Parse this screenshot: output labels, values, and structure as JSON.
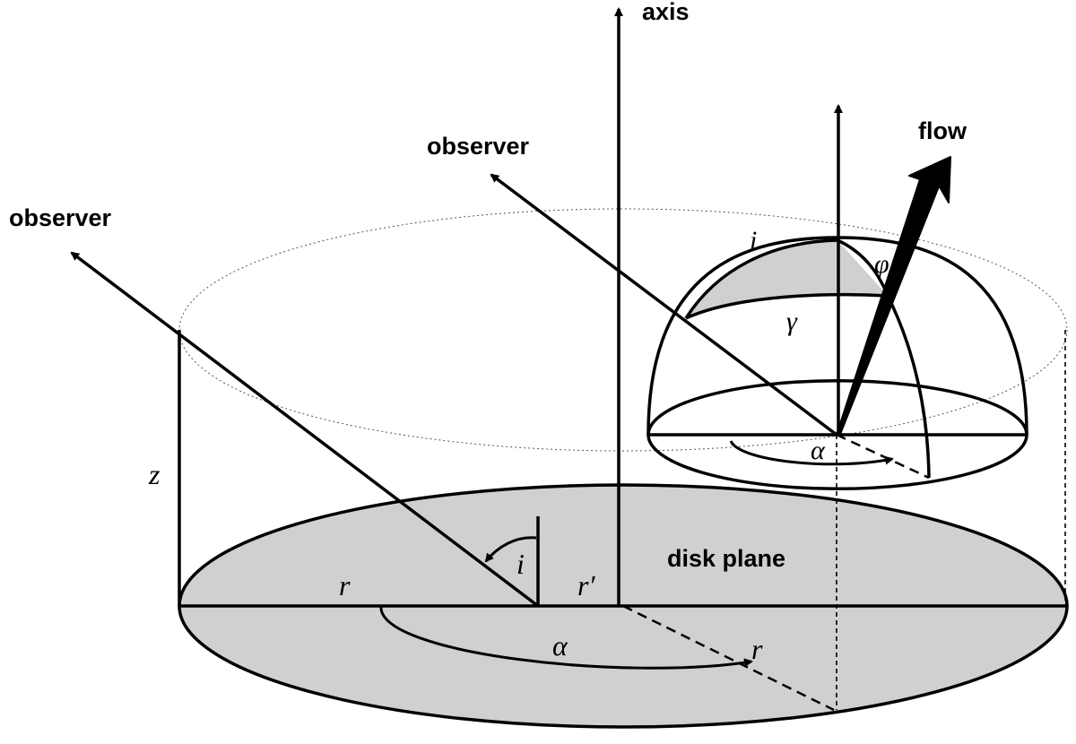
{
  "labels": {
    "axis": "axis",
    "observer_center": "observer",
    "observer_left": "observer",
    "flow": "flow",
    "disk_plane": "disk plane",
    "z": "z",
    "r_left": "r",
    "r_prime": "r′",
    "r_right": "r",
    "alpha_disk": "α",
    "alpha_hemi": "α",
    "i_disk": "i",
    "i_hemi": "i",
    "gamma": "γ",
    "phi": "φ"
  },
  "colors": {
    "fill_gray": "#d0d0d0",
    "stroke": "#000000"
  }
}
